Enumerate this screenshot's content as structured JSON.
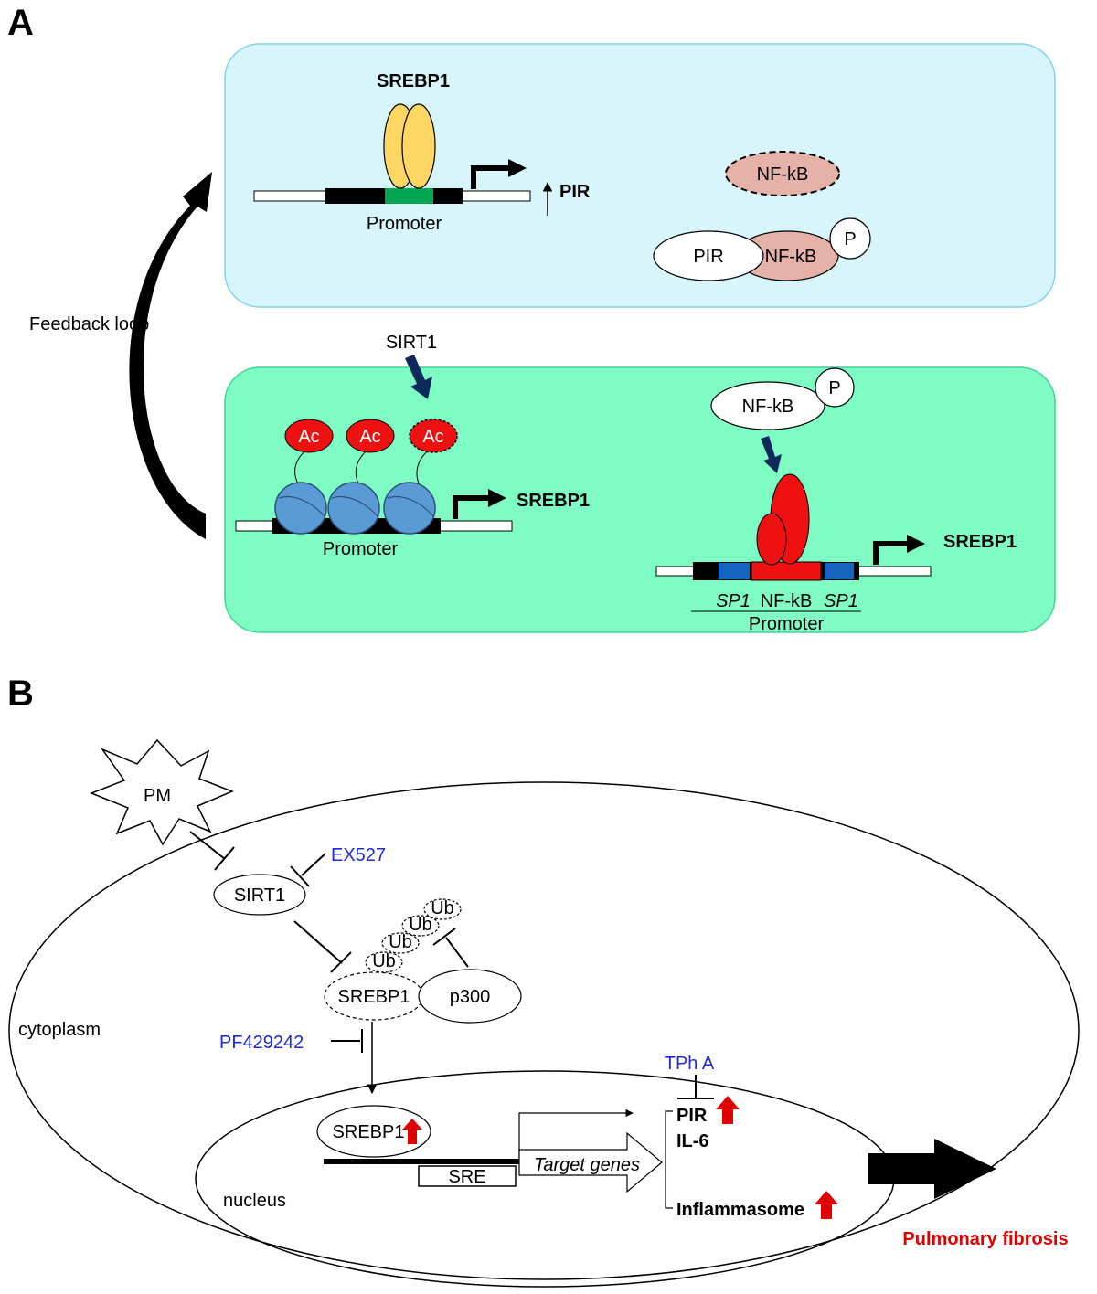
{
  "panel_a": {
    "label": "A",
    "feedback_label": "Feedback loop",
    "top_box": {
      "srebp1_label": "SREBP1",
      "promoter_label": "Promoter",
      "pir_label": "PIR",
      "nfkb_dashed_label": "NF-kB",
      "pir_complex_label": "PIR",
      "nfkb_complex_label": "NF-kB",
      "phospho_label": "P"
    },
    "bottom_box": {
      "sirt1_label": "SIRT1",
      "ac_labels": [
        "Ac",
        "Ac",
        "Ac"
      ],
      "promoter_left_label": "Promoter",
      "srebp1_left_label": "SREBP1",
      "nfkb_label": "NF-kB",
      "phospho_label": "P",
      "srebp1_right_label": "SREBP1",
      "sp1_left": "SP1",
      "nfkb_site": "NF-kB",
      "sp1_right": "SP1",
      "promoter_right_label": "Promoter"
    },
    "colors": {
      "top_box_fill": "#d7f5fb",
      "bottom_box_fill": "#7ffcc3",
      "srebp1_fill": "#fdd663",
      "nfkb_fill": "#e6b1a9",
      "ac_fill": "#ee1111",
      "nucleosome_fill": "#5b9bd5",
      "arrow_navy": "#0e2a5c"
    }
  },
  "panel_b": {
    "label": "B",
    "pm_label": "PM",
    "sirt1_label": "SIRT1",
    "ex527_label": "EX527",
    "ub_labels": [
      "Ub",
      "Ub",
      "Ub",
      "Ub"
    ],
    "srebp1_label": "SREBP1",
    "p300_label": "p300",
    "cytoplasm_label": "cytoplasm",
    "pf_label": "PF429242",
    "srebp1_nuclear_label": "SREBP1",
    "tpha_label": "TPh A",
    "pir_label": "PIR",
    "il6_label": "IL-6",
    "inflammasome_label": "Inflammasome",
    "sre_label": "SRE",
    "target_genes_label": "Target genes",
    "nucleus_label": "nucleus",
    "outcome_label": "Pulmonary fibrosis",
    "colors": {
      "inhibitor_blue": "#1f2bd6",
      "up_arrow_red": "#e00000",
      "outcome_red": "#e00000"
    }
  }
}
